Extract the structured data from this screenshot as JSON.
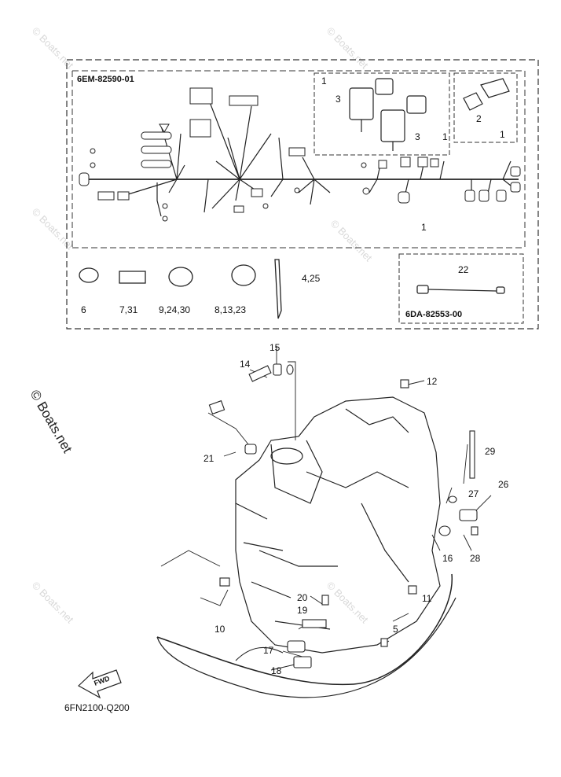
{
  "diagram": {
    "top_box_code": "6EM-82590-01",
    "sub_box_code": "6DA-82553-00",
    "figure_code": "6FN2100-Q200",
    "side_watermark": "© Boats.net",
    "faint_watermark": "© Boats.net",
    "fwd_label": "FWD",
    "callouts": {
      "c1a": "1",
      "c1b": "1",
      "c1c": "1",
      "c1d": "1",
      "c2": "2",
      "c3a": "3",
      "c3b": "3",
      "c4_25": "4,25",
      "c5": "5",
      "c6": "6",
      "c7_31": "7,31",
      "c8_13_23": "8,13,23",
      "c9_24_30": "9,24,30",
      "c10": "10",
      "c11": "11",
      "c12": "12",
      "c14": "14",
      "c15": "15",
      "c16": "16",
      "c17": "17",
      "c18": "18",
      "c19": "19",
      "c20": "20",
      "c21": "21",
      "c22": "22",
      "c26": "26",
      "c27": "27",
      "c28": "28",
      "c29": "29"
    }
  }
}
